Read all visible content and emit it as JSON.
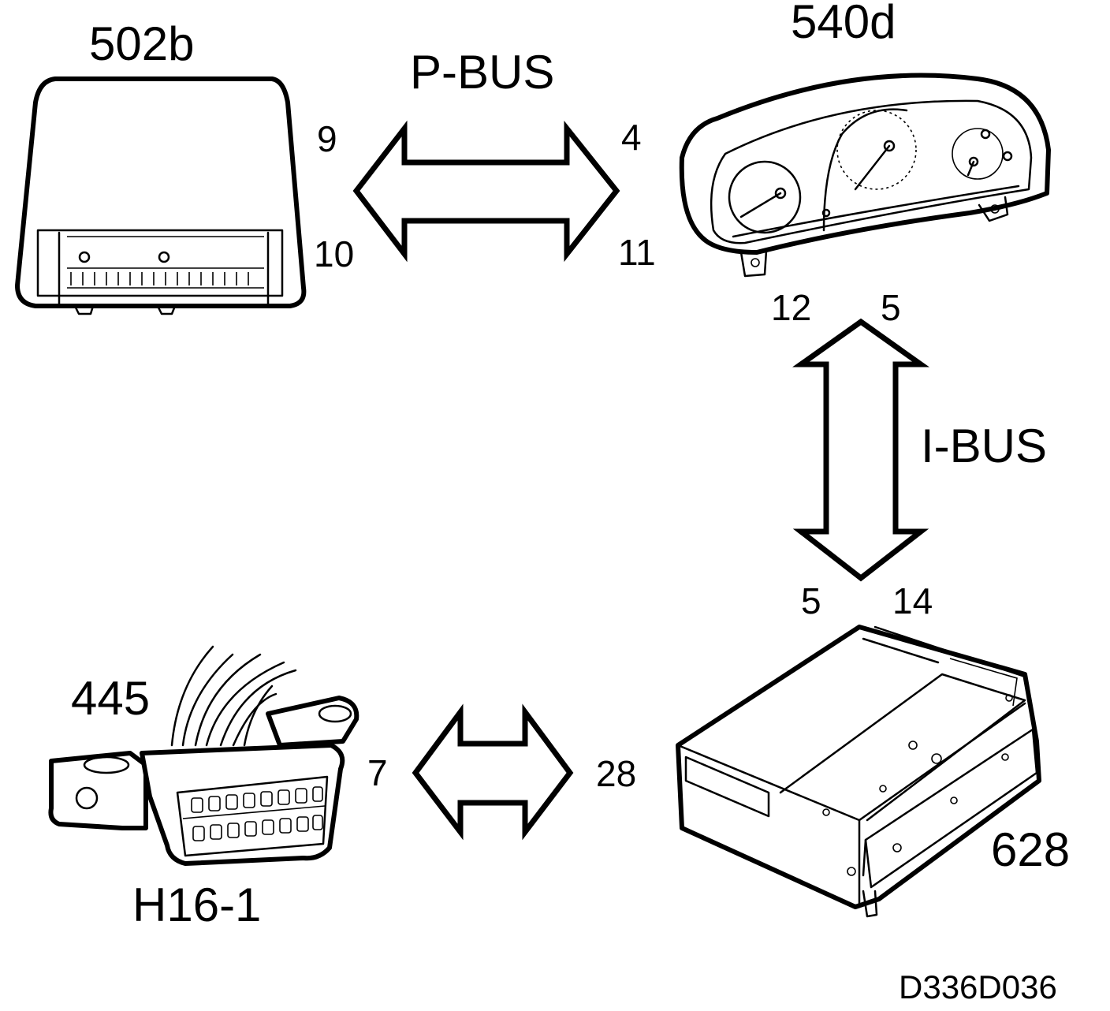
{
  "components": {
    "rear_control_module": {
      "id": "502b",
      "pin_a": "9",
      "pin_b": "10"
    },
    "instrument_cluster": {
      "id": "540d",
      "pin_a": "4",
      "pin_b": "11",
      "pin_c": "12",
      "pin_d": "5"
    },
    "radio_unit": {
      "id": "628",
      "pin_a": "5",
      "pin_b": "14",
      "pin_c": "28"
    },
    "diagnostic_connector": {
      "id": "445",
      "connector": "H16-1",
      "pin": "7"
    }
  },
  "buses": {
    "p_bus": "P-BUS",
    "i_bus": "I-BUS"
  },
  "figure_code": "D336D036"
}
